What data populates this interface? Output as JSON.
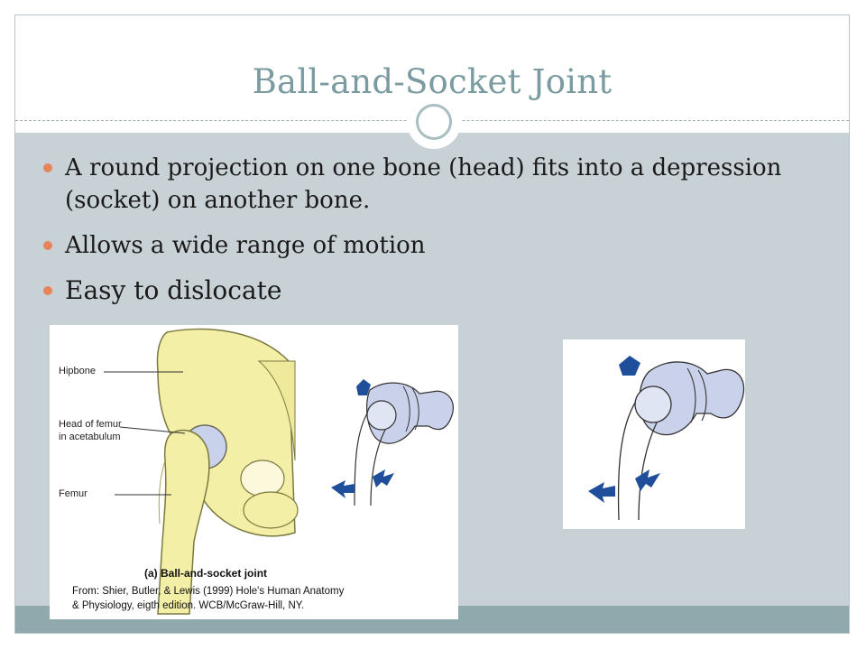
{
  "slide": {
    "title": "Ball-and-Socket Joint",
    "bullets": [
      "A round projection on one bone (head) fits into a depression (socket) on another bone.",
      "Allows a wide range of motion",
      "Easy to dislocate"
    ]
  },
  "figure_left": {
    "labels": {
      "hipbone": "Hipbone",
      "head_line1": "Head of femur",
      "head_line2": "in acetabulum",
      "femur": "Femur"
    },
    "caption": "(a) Ball-and-socket joint",
    "credit_line1": "From:  Shier, Butler, & Lewis (1999) Hole's Human Anatomy",
    "credit_line2": "& Physiology, eigth edition.  WCB/McGraw-Hill, NY."
  },
  "colors": {
    "title": "#7a9ba0",
    "content_bg": "#c8d1d5",
    "footer_band": "#8fa9ac",
    "bullet": "#e8845a",
    "bone": "#f3efa6",
    "socket": "#c9d2ea",
    "arrow": "#1f4f9a"
  }
}
